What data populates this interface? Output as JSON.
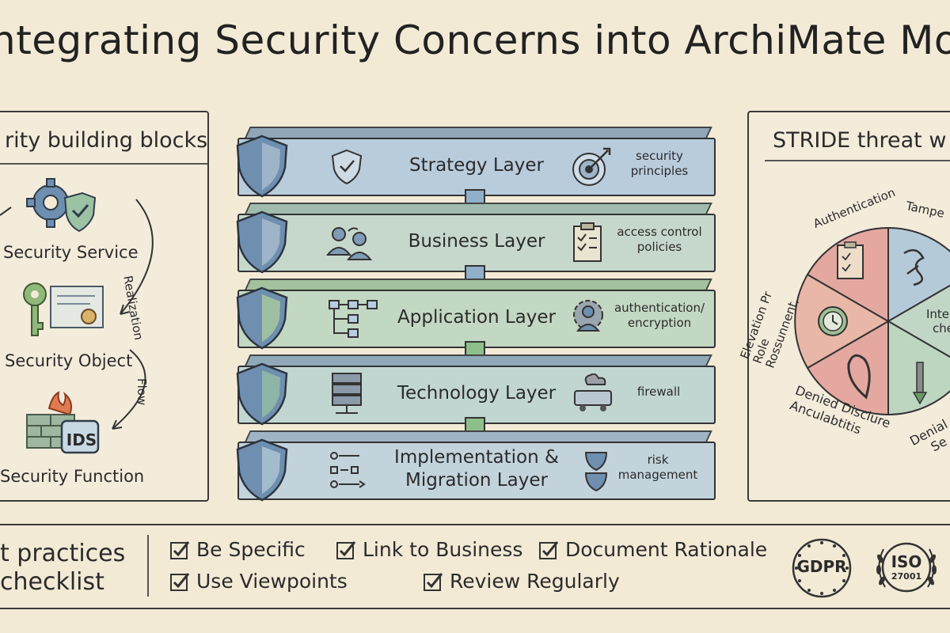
{
  "title": "ntegrating Security Concerns into ArchiMate Mod",
  "left_panel": {
    "title": "rity building blocks",
    "blocks": [
      {
        "label": "Security Service",
        "icon": "gear-shield-icon"
      },
      {
        "label": "Security Object",
        "icon": "key-certificate-icon"
      },
      {
        "label": "Security Function",
        "icon": "firewall-ids-icon",
        "badge": "IDS"
      }
    ],
    "relations": [
      "Realization",
      "Flow"
    ]
  },
  "layers": [
    {
      "name": "Strategy Layer",
      "note": [
        "security",
        "principles"
      ],
      "icon": "target-icon",
      "inner_icon": "shield-check-icon",
      "color": "#b9ccdc"
    },
    {
      "name": "Business Layer",
      "note": [
        "access control",
        "policies"
      ],
      "icon": "clipboard-icon",
      "inner_icon": "people-icon",
      "color": "#c6d8cc"
    },
    {
      "name": "Application Layer",
      "note": [
        "authentication/",
        "encryption"
      ],
      "icon": "gear-person-icon",
      "inner_icon": "flowchart-icon",
      "color": "#c3d8c2"
    },
    {
      "name": "Technology Layer",
      "note": [
        "firewall"
      ],
      "icon": "firewall-device-icon",
      "inner_icon": "server-icon",
      "color": "#c1d6d0"
    },
    {
      "name": [
        "Implementation &",
        "Migration Layer"
      ],
      "note": [
        "risk",
        "management"
      ],
      "icon": "shield-pair-icon",
      "inner_icon": "steps-icon",
      "color": "#c2d3dc"
    }
  ],
  "right_panel": {
    "title": "STRIDE threat w",
    "segments": [
      {
        "label": "Authentication",
        "icon": "clipboard-icon"
      },
      {
        "label": "Tampe",
        "icon": "tamper-icon"
      },
      {
        "label": [
          "Integ",
          "chec"
        ],
        "icon": "check-icon"
      },
      {
        "label": [
          "Denial",
          "Se"
        ],
        "icon": "thermometer-icon"
      },
      {
        "label": [
          "Denied Disclure",
          "Anculabtitis"
        ],
        "icon": "lasso-icon"
      },
      {
        "label": [
          "Elevation Pr",
          "Role",
          "Rossunnent,"
        ],
        "icon": "clock-icon"
      }
    ]
  },
  "checklist": {
    "title": [
      "t practices",
      "checklist"
    ],
    "items": [
      "Be Specific",
      "Link to Business",
      "Document Rationale",
      "Use Viewpoints",
      "Review Regularly"
    ],
    "badges": [
      {
        "text": "GDPR"
      },
      {
        "text": "ISO",
        "subtext": "27001"
      }
    ]
  },
  "colors": {
    "background": "#f3ead6",
    "ink": "#2b2b2b",
    "shield_blue": "#6f8fb0",
    "arrow_blue": "#8fb0c8",
    "arrow_green": "#8dbf8a",
    "pie_red": "#e4a8a0",
    "pie_blue": "#b5cad8",
    "pie_green": "#bcd6c0"
  }
}
